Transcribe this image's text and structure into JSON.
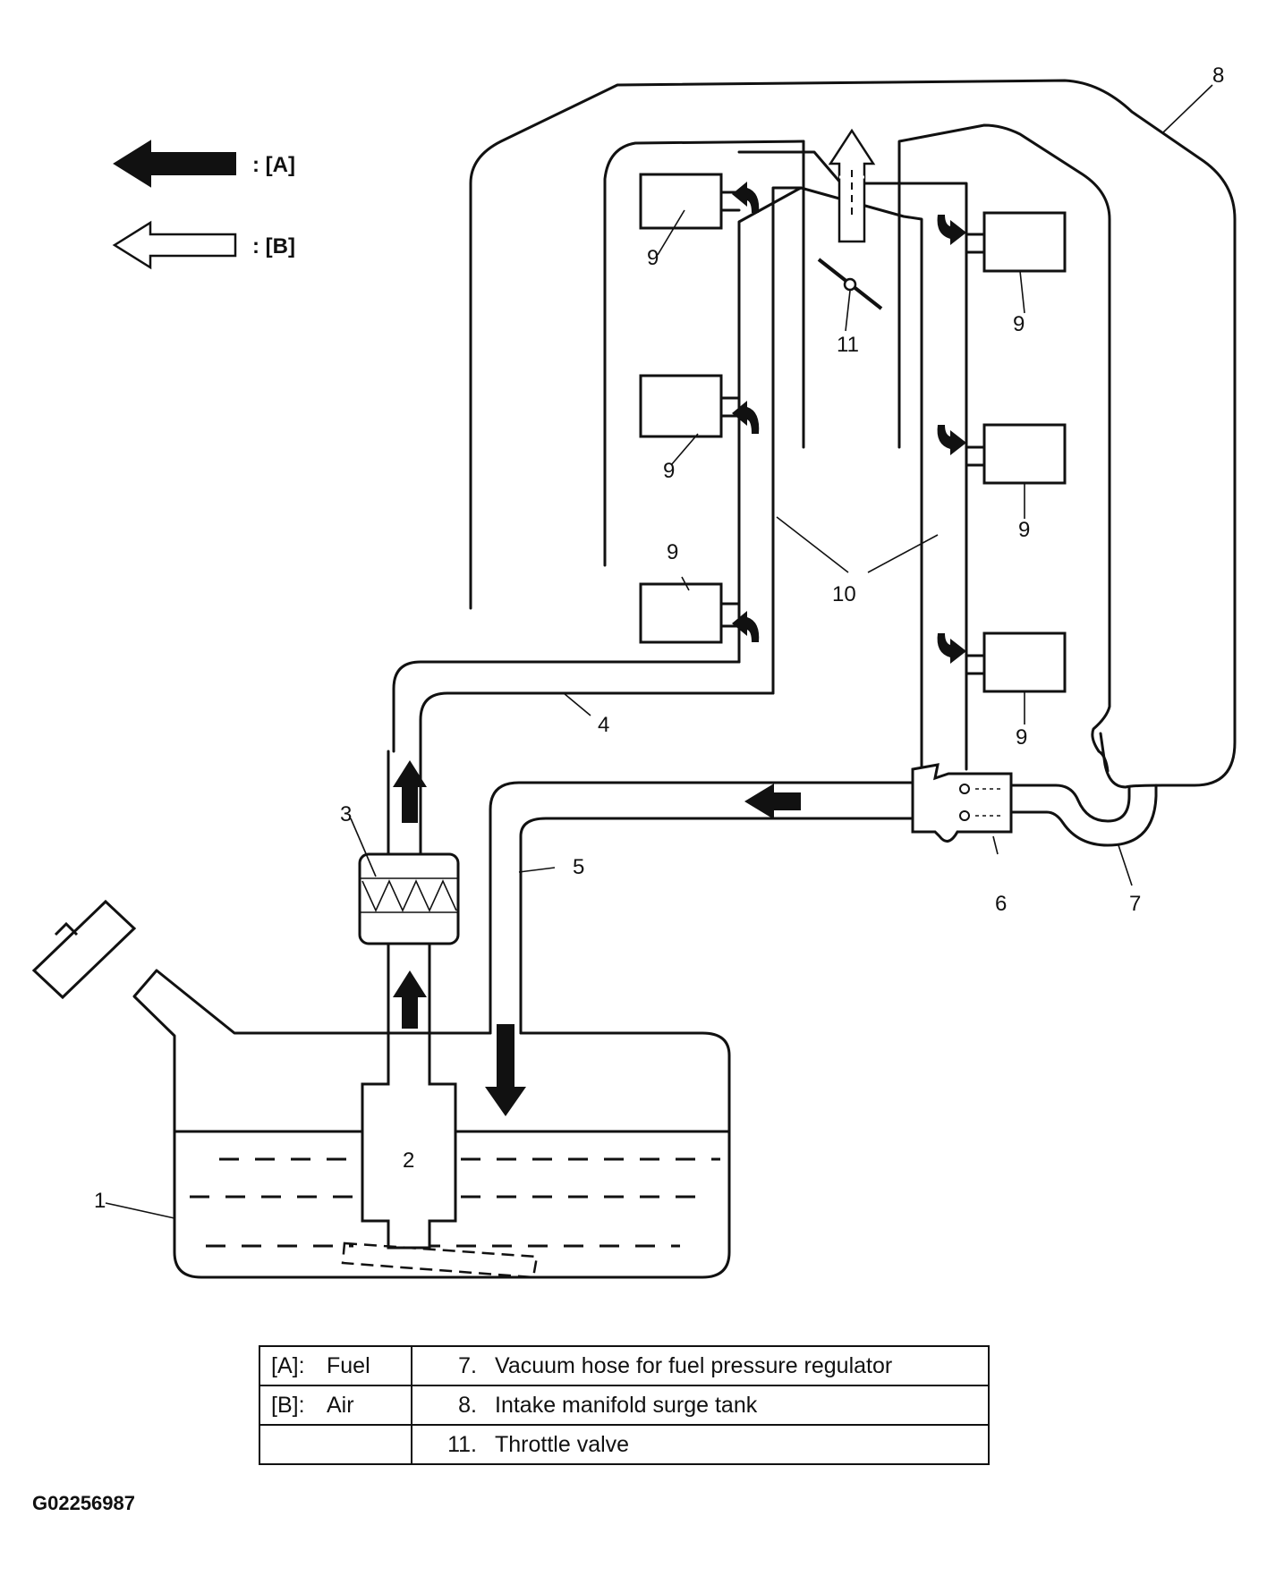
{
  "legend": [
    {
      "id": "A",
      "label": ": [A]",
      "style": "solid-black-arrow"
    },
    {
      "id": "B",
      "label": ": [B]",
      "style": "outlined-white-arrow"
    }
  ],
  "callouts": {
    "c1": "1",
    "c2": "2",
    "c3": "3",
    "c4": "4",
    "c5": "5",
    "c6": "6",
    "c7": "7",
    "c8": "8",
    "c9": "9",
    "c10": "10",
    "c11": "11"
  },
  "key_table": {
    "rows": [
      {
        "left_code": "[A]:",
        "left_text": "Fuel",
        "num": "7.",
        "text": "Vacuum hose for fuel pressure regulator"
      },
      {
        "left_code": "[B]:",
        "left_text": "Air",
        "num": "8.",
        "text": "Intake manifold surge tank"
      },
      {
        "left_code": "",
        "left_text": "",
        "num": "11.",
        "text": "Throttle valve"
      }
    ]
  },
  "figure_id": "G02256987",
  "colors": {
    "ink": "#111111",
    "background": "#ffffff"
  }
}
